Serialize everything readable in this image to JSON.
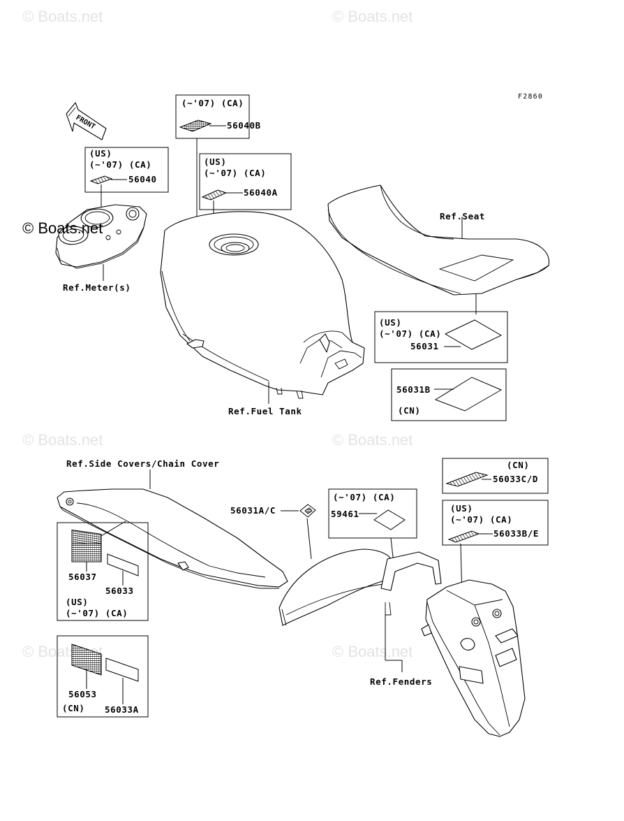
{
  "watermarks": {
    "text": "© Boats.net",
    "dark_text": "© Boats.net"
  },
  "diagram_code": "F2860",
  "front_arrow": "FRONT",
  "callouts": {
    "tank_top": {
      "lines": [
        "(~'07) (CA)"
      ],
      "part": "56040B"
    },
    "tank_mid": {
      "lines": [
        "(US)",
        "(~'07) (CA)"
      ],
      "part": "56040A"
    },
    "meter": {
      "lines": [
        "(US)",
        "(~'07) (CA)"
      ],
      "part": "56040"
    },
    "seat_us": {
      "lines": [
        "(US)",
        "(~'07) (CA)"
      ],
      "part": "56031"
    },
    "seat_cn": {
      "part": "56031B",
      "lines": [
        "(CN)"
      ]
    },
    "fender_cn": {
      "lines": [
        "(CN)"
      ],
      "part": "56033C/D"
    },
    "fender_us": {
      "lines": [
        "(US)",
        "(~'07) (CA)"
      ],
      "part": "56033B/E"
    },
    "fender_mid": {
      "lines": [
        "(~'07) (CA)"
      ],
      "part": "59461"
    },
    "side_us": {
      "parts": [
        "56037",
        "56033"
      ],
      "lines": [
        "(US)",
        "(~'07) (CA)"
      ]
    },
    "side_cn": {
      "parts": [
        "56053",
        "56033A"
      ],
      "lines": [
        "(CN)"
      ]
    }
  },
  "part_56031ac": "56031A/C",
  "refs": {
    "meter": "Ref.Meter(s)",
    "fuel_tank": "Ref.Fuel Tank",
    "seat": "Ref.Seat",
    "side_covers": "Ref.Side Covers/Chain Cover",
    "fenders": "Ref.Fenders"
  }
}
